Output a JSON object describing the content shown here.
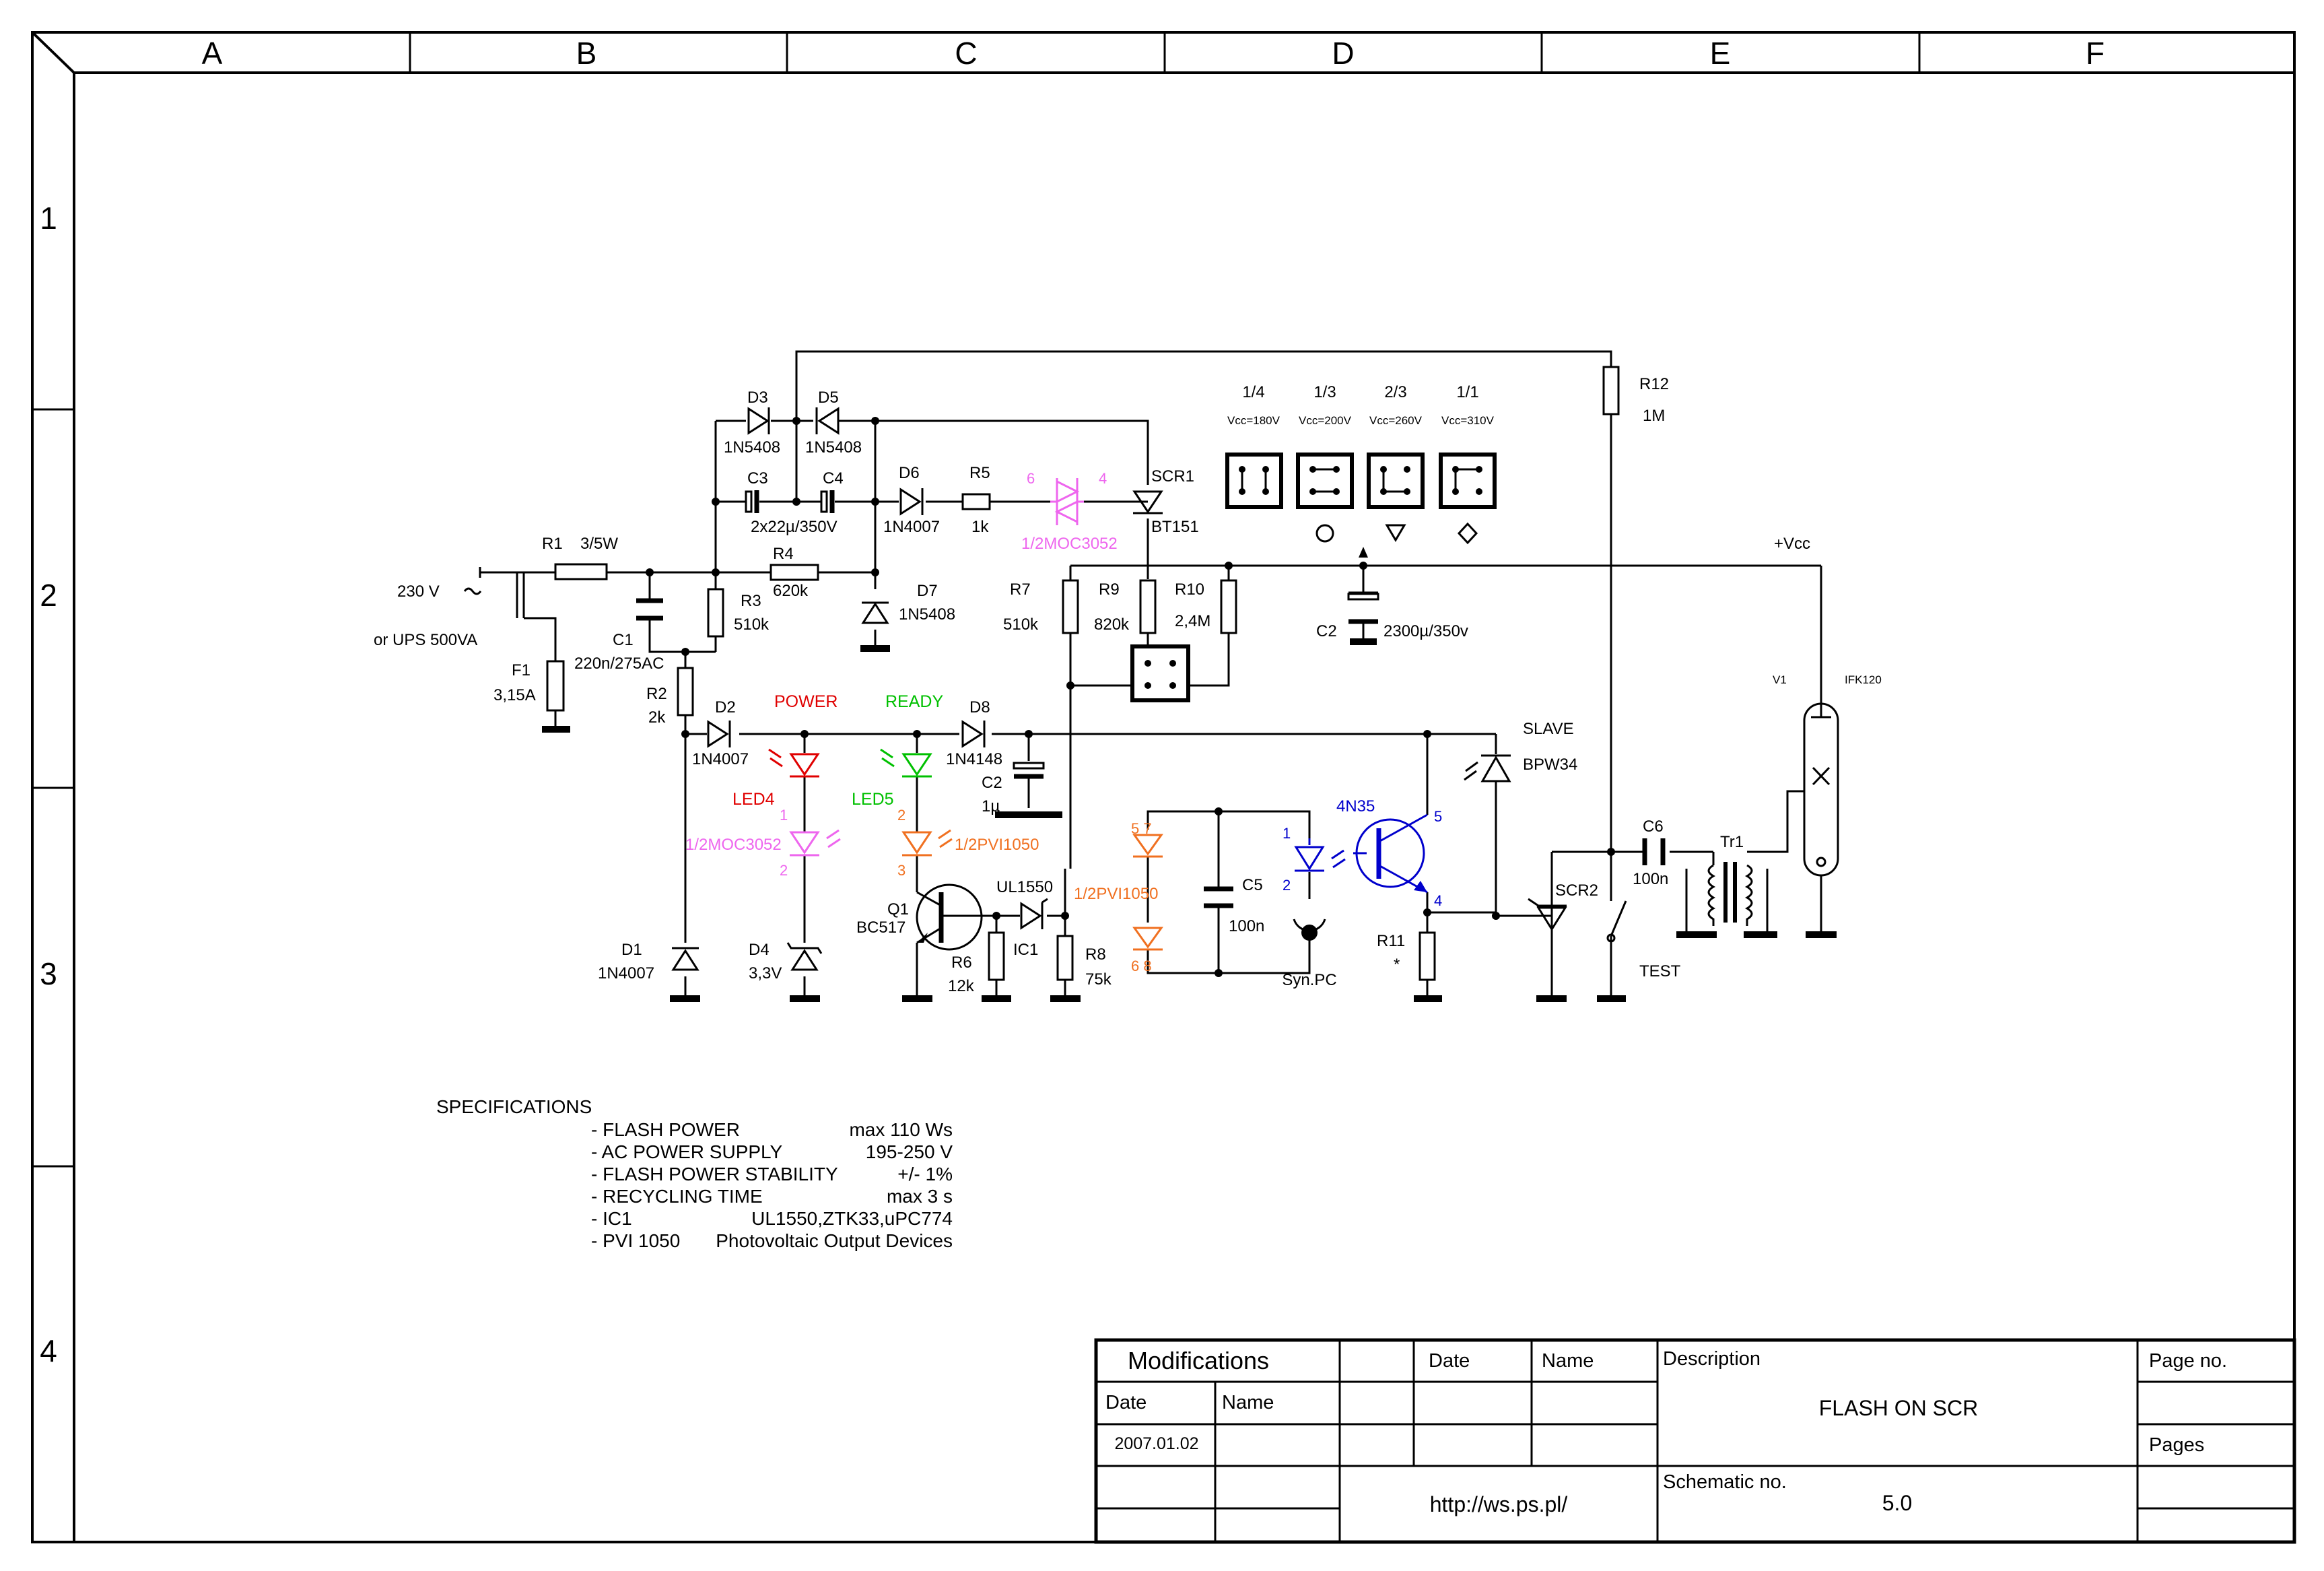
{
  "frame": {
    "columns": [
      "A",
      "B",
      "C",
      "D",
      "E",
      "F"
    ],
    "rows": [
      "1",
      "2",
      "3",
      "4"
    ]
  },
  "colors": {
    "wire": "#000000",
    "led_power": "#e00000",
    "led_ready": "#00c000",
    "moc3052": "#ee66ee",
    "pvi1050": "#f07020",
    "n435": "#0000cc"
  },
  "components": {
    "r1": {
      "ref": "R1",
      "value": "3/5W"
    },
    "mains": {
      "voltage": "230 V",
      "alt": "or UPS 500VA",
      "symbol": "~"
    },
    "f1": {
      "ref": "F1",
      "value": "3,15A"
    },
    "c1": {
      "ref": "C1",
      "value": "220n/275AC"
    },
    "r2": {
      "ref": "R2",
      "value": "2k"
    },
    "r3": {
      "ref": "R3",
      "value": "510k"
    },
    "r4": {
      "ref": "R4",
      "value": "620k"
    },
    "d3": {
      "ref": "D3",
      "value": "1N5408"
    },
    "d5": {
      "ref": "D5",
      "value": "1N5408"
    },
    "c3": {
      "ref": "C3"
    },
    "c4": {
      "ref": "C4",
      "value": "2x22µ/350V"
    },
    "d6": {
      "ref": "D6",
      "value": "1N4007"
    },
    "r5": {
      "ref": "R5",
      "value": "1k"
    },
    "moc_top": {
      "pin6": "6",
      "pin4": "4",
      "label": "1/2MOC3052"
    },
    "scr1": {
      "ref": "SCR1",
      "value": "BT151"
    },
    "d7": {
      "ref": "D7",
      "value": "1N5408"
    },
    "r7": {
      "ref": "R7",
      "value": "510k"
    },
    "r9": {
      "ref": "R9",
      "value": "820k"
    },
    "r10": {
      "ref": "R10",
      "value": "2,4M"
    },
    "c2big": {
      "ref": "C2",
      "value": "2300µ/350v"
    },
    "vcc": "+Vcc",
    "r12": {
      "ref": "R12",
      "value": "1M"
    },
    "power_levels": [
      {
        "fraction": "1/4",
        "vcc": "Vcc=180V"
      },
      {
        "fraction": "1/3",
        "vcc": "Vcc=200V"
      },
      {
        "fraction": "2/3",
        "vcc": "Vcc=260V"
      },
      {
        "fraction": "1/1",
        "vcc": "Vcc=310V"
      }
    ],
    "d2": {
      "ref": "D2",
      "value": "1N4007"
    },
    "d8": {
      "ref": "D8",
      "value": "1N4148"
    },
    "c2small": {
      "ref": "C2",
      "value": "1µ"
    },
    "power_label": "POWER",
    "ready_label": "READY",
    "led4": {
      "ref": "LED4"
    },
    "led5": {
      "ref": "LED5"
    },
    "moc_bottom": {
      "pin1": "1",
      "pin2": "2",
      "label": "1/2MOC3052"
    },
    "pvi_left": {
      "pin2": "2",
      "pin3": "3",
      "label": "1/2PVI1050"
    },
    "pvi_right": {
      "pin57": "5 7",
      "pin68": "6 8",
      "label": "1/2PVI1050"
    },
    "q1": {
      "ref": "Q1",
      "value": "BC517"
    },
    "ic1": {
      "ref": "IC1",
      "value": "UL1550"
    },
    "r6": {
      "ref": "R6",
      "value": "12k"
    },
    "r8": {
      "ref": "R8",
      "value": "75k"
    },
    "d1": {
      "ref": "D1",
      "value": "1N4007"
    },
    "d4": {
      "ref": "D4",
      "value": "3,3V"
    },
    "c5": {
      "ref": "C5",
      "value": "100n"
    },
    "optocoupler": {
      "ref": "4N35",
      "pin1": "1",
      "pin2": "2",
      "pin5": "5",
      "pin4": "4"
    },
    "synpc": "Syn.PC",
    "r11": {
      "ref": "R11",
      "value": "*"
    },
    "slave": {
      "label": "SLAVE",
      "value": "BPW34"
    },
    "scr2": {
      "ref": "SCR2"
    },
    "test": "TEST",
    "c6": {
      "ref": "C6",
      "value": "100n"
    },
    "tr1": {
      "ref": "Tr1"
    },
    "v1": {
      "ref": "V1",
      "value": "IFK120"
    }
  },
  "specifications": {
    "title": "SPECIFICATIONS",
    "items": [
      {
        "name": "- FLASH POWER",
        "value": "max 110 Ws"
      },
      {
        "name": "- AC POWER SUPPLY",
        "value": "195-250 V"
      },
      {
        "name": "- FLASH POWER STABILITY",
        "value": "+/- 1%"
      },
      {
        "name": "- RECYCLING TIME",
        "value": "max 3 s"
      },
      {
        "name": "- IC1",
        "value": "UL1550,ZTK33,uPC774"
      },
      {
        "name": "- PVI 1050",
        "value": "Photovoltaic Output Devices"
      }
    ]
  },
  "title_block": {
    "modifications": "Modifications",
    "date": "Date",
    "name": "Name",
    "date2": "Date",
    "name2": "Name",
    "mod_date": "2007.01.02",
    "description_label": "Description",
    "description": "FLASH ON SCR",
    "page_no": "Page no.",
    "pages": "Pages",
    "schematic_no_label": "Schematic no.",
    "schematic_no": "5.0",
    "url": "http://ws.ps.pl/"
  }
}
